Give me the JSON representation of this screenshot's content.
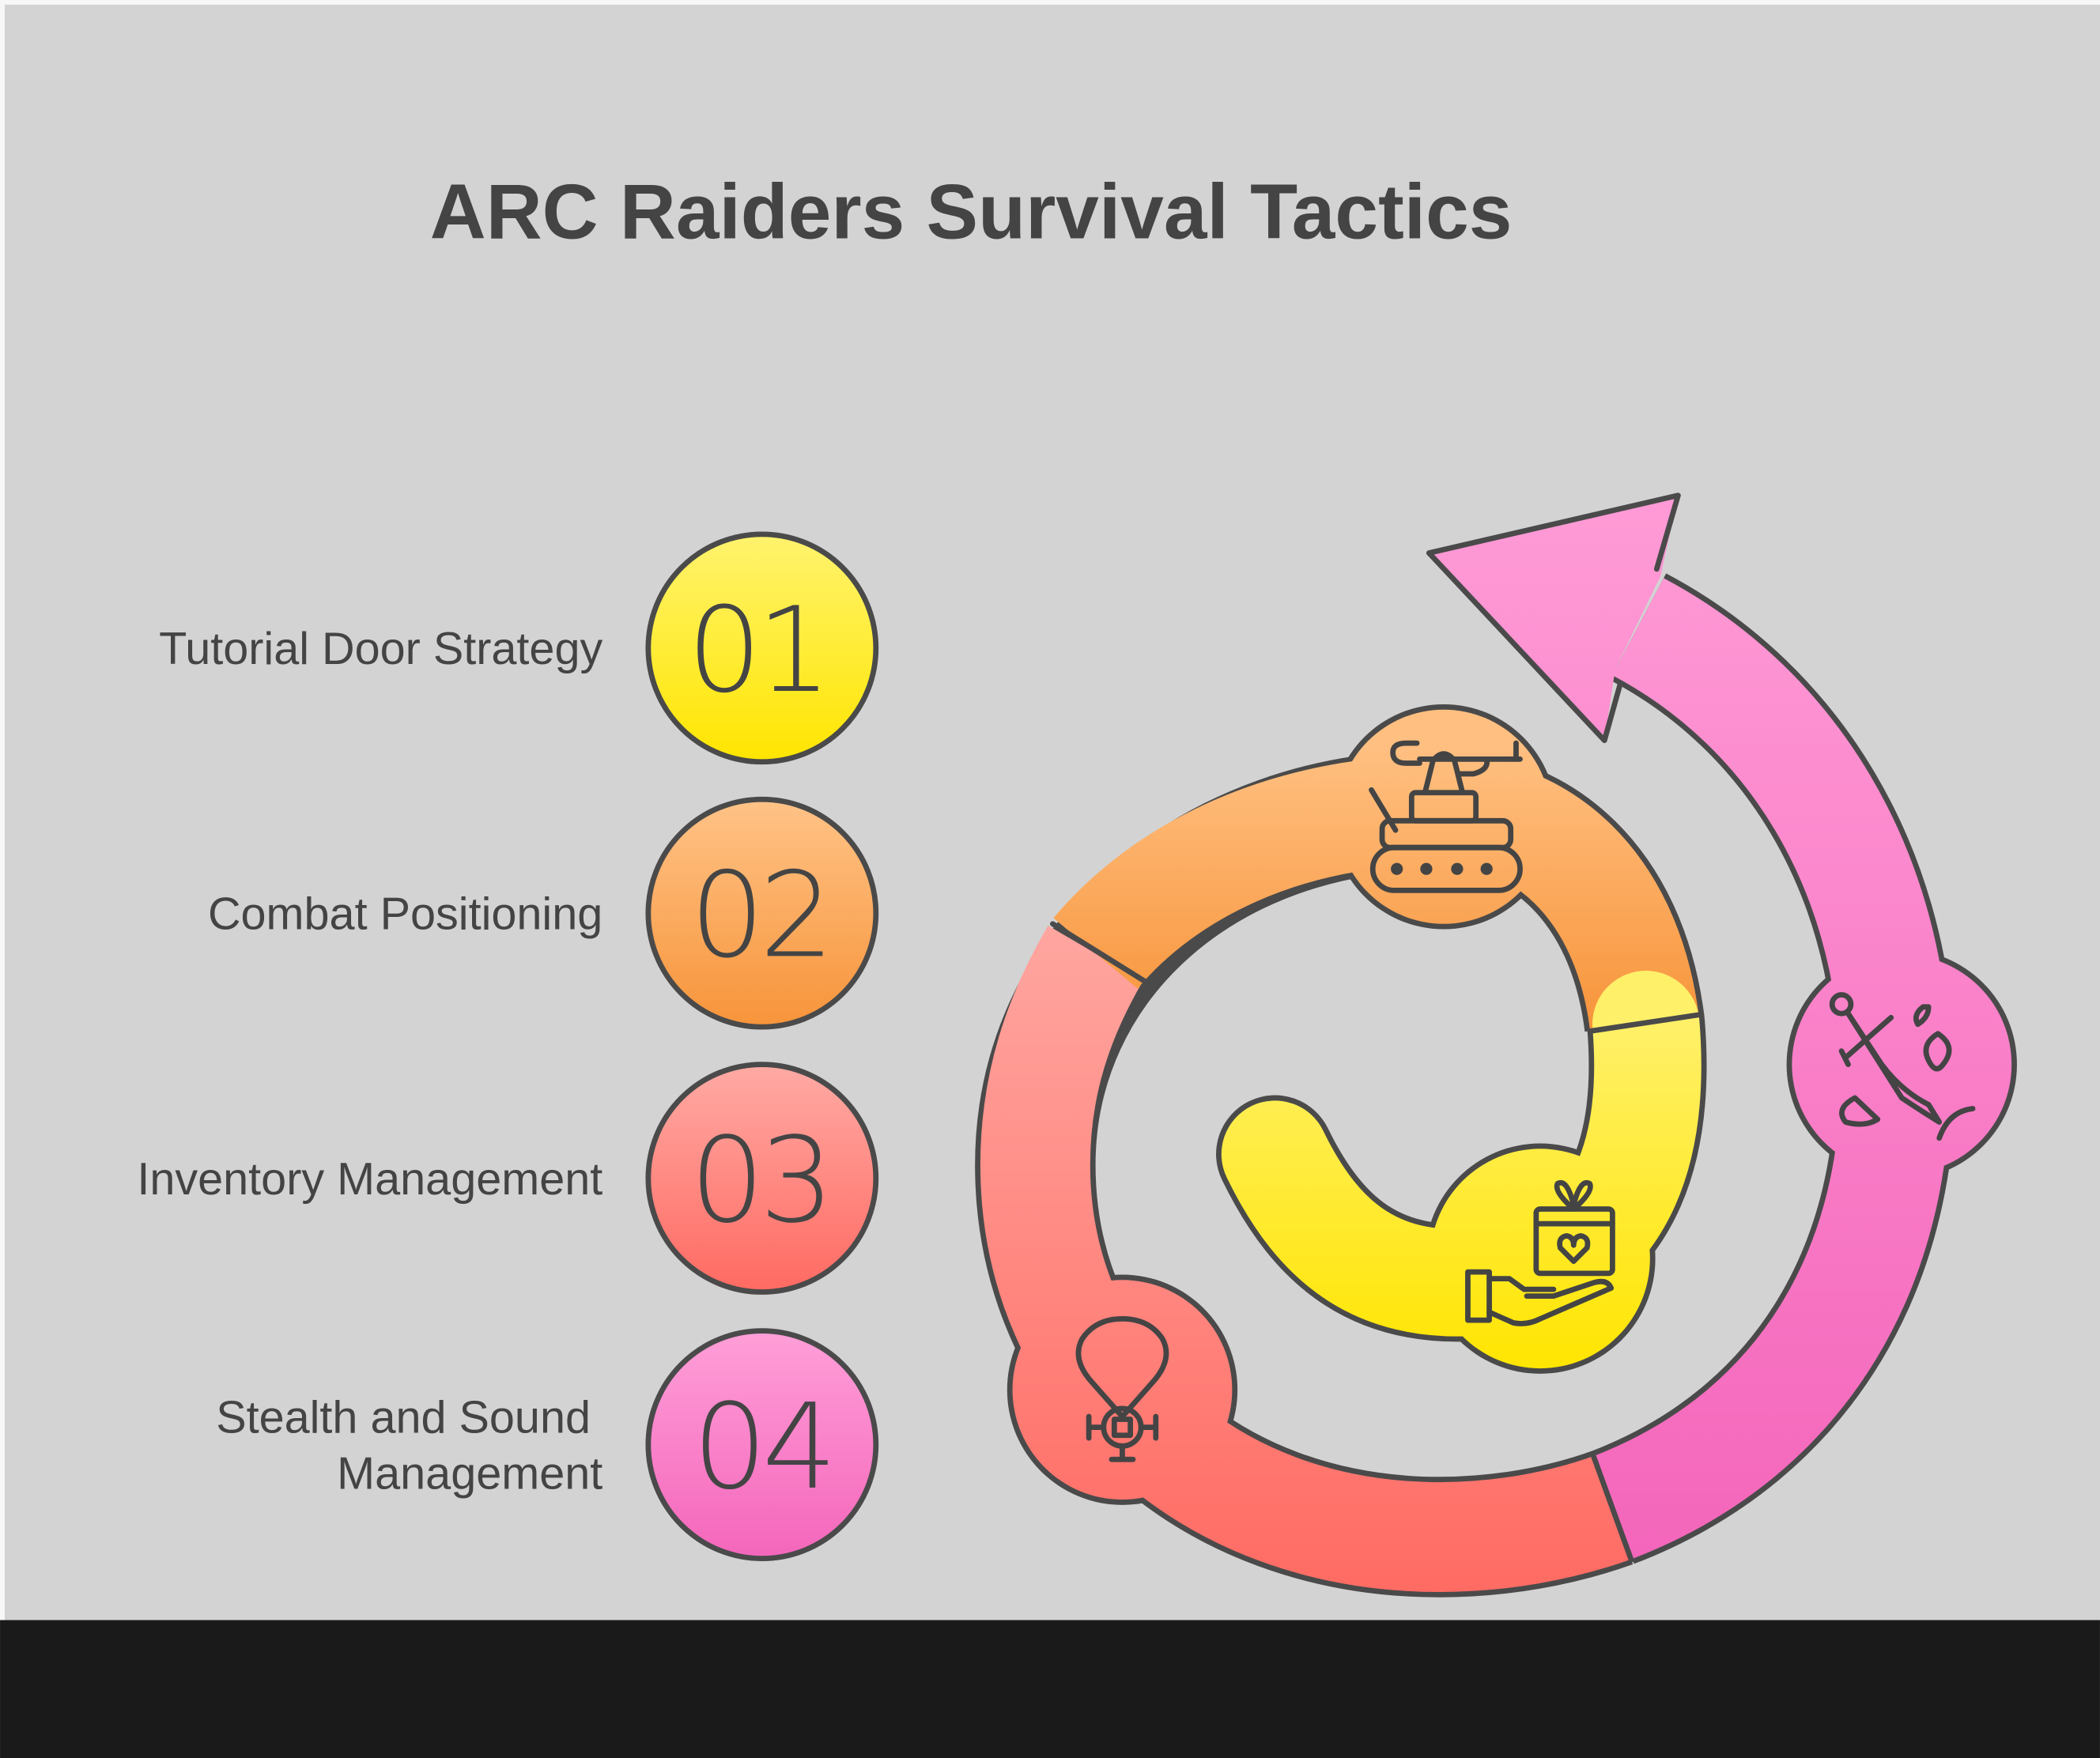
{
  "title": "ARC Raiders Survival Tactics",
  "steps": [
    {
      "number": "01",
      "label": "Tutorial Door Strategy",
      "color": "#ffe600",
      "icon": "gift-hand-icon"
    },
    {
      "number": "02",
      "label": "Combat Positioning",
      "color": "#f7943a",
      "icon": "robot-tank-icon"
    },
    {
      "number": "03",
      "label": "Inventory Management",
      "color": "#ff6b63",
      "icon": "hot-air-balloon-icon"
    },
    {
      "number": "04",
      "label_line1": "Stealth and Sound",
      "label_line2": "Management",
      "color": "#f466bb",
      "icon": "dagger-blood-icon"
    }
  ]
}
